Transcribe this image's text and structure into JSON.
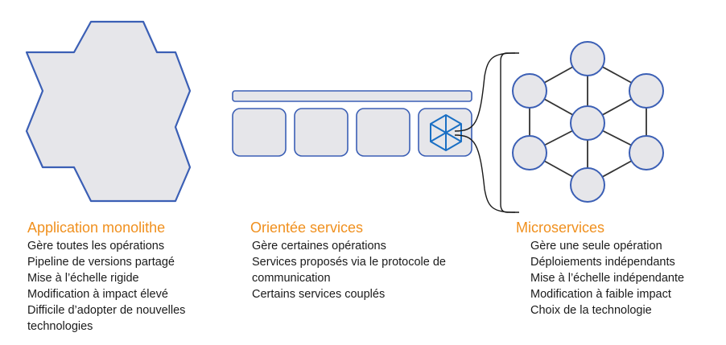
{
  "colors": {
    "accent": "#f0901e",
    "outline": "#3b5fb5",
    "fill": "#e6e6ea",
    "icon": "#1a6fc4",
    "text": "#1a1a1a"
  },
  "icons": {
    "monolith": "hexagon-cluster-icon",
    "service": "cube-icon"
  },
  "monolith": {
    "title": "Application monolithe",
    "items": [
      "Gère toutes les opérations",
      "Pipeline de versions partagé",
      "Mise à l’échelle rigide",
      "Modification à impact élevé",
      "Difficile d’adopter de nouvelles technologies"
    ]
  },
  "soa": {
    "title": "Orientée services",
    "items": [
      "Gère certaines opérations",
      "Services proposés via le protocole de communication",
      "Certains services couplés"
    ]
  },
  "microservices": {
    "title": "Microservices",
    "items": [
      "Gère une seule opération",
      "Déploiements indépendants",
      "Mise à l’échelle indépendante",
      "Modification à faible impact",
      "Choix de la technologie"
    ]
  }
}
